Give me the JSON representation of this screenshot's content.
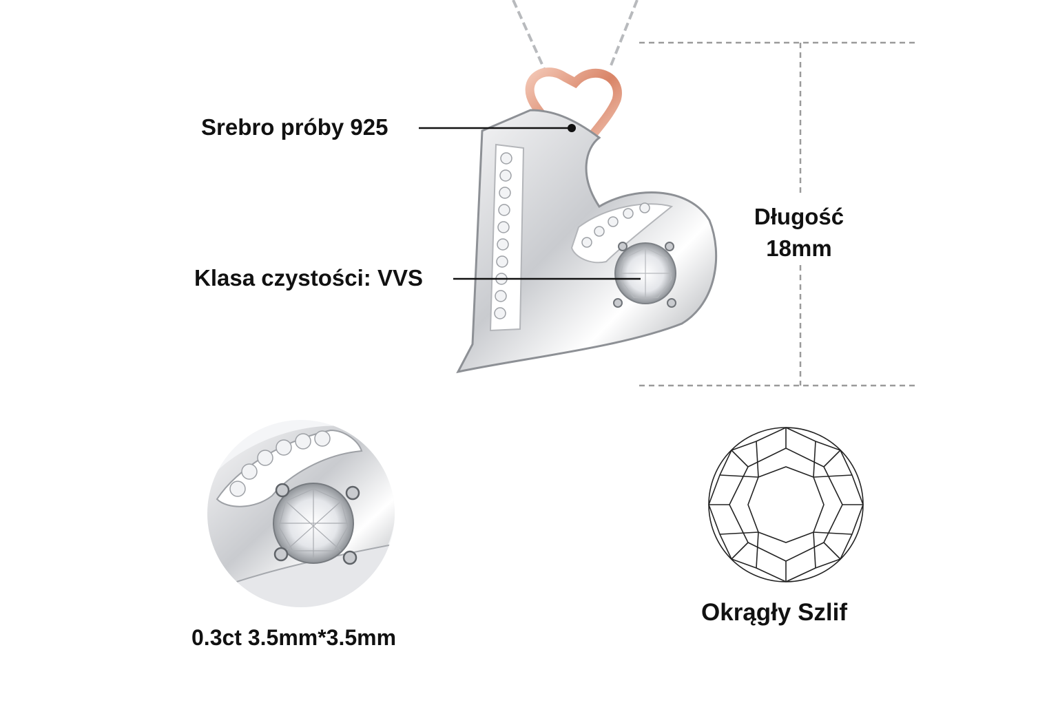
{
  "annotations": {
    "material": "Srebro próby 925",
    "clarity": "Klasa czystości: VVS",
    "length_label": "Długość",
    "length_value": "18mm",
    "stone_size": "0.3ct 3.5mm*3.5mm",
    "cut": "Okrągły Szlif"
  },
  "colors": {
    "silver": "#d9dadd",
    "rose_gold": "#e7a58c",
    "text": "#111111",
    "dimension_line": "#9a9a9a"
  },
  "icons": {
    "pendant": "heart-pendant-image",
    "detail": "stone-closeup-image",
    "cut_diagram": "round-brilliant-cut-icon"
  }
}
